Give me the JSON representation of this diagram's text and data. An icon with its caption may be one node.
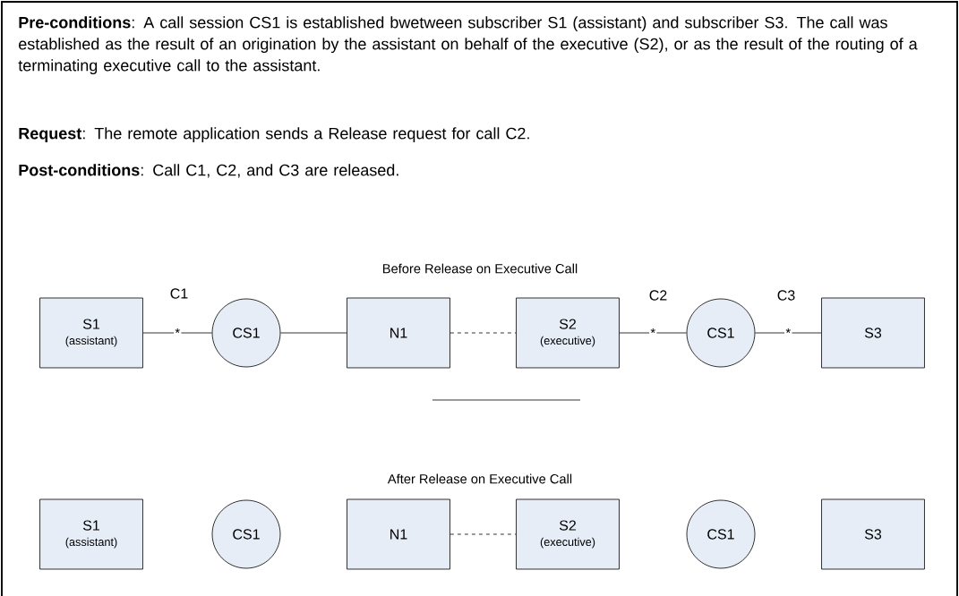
{
  "diagram": {
    "nodes": [
      {
        "text": [
          "S1",
          "(assistant)"
        ]
      },
      {
        "text": [
          "CS1"
        ]
      },
      {
        "text": [
          "N1"
        ]
      },
      {
        "text": [
          "S2",
          "(executive)"
        ]
      },
      {
        "text": [
          "CS1"
        ]
      },
      {
        "text": [
          "S3"
        ]
      },
      {
        "text": [
          "S1",
          "(assistant)"
        ]
      },
      {
        "text": [
          "CS1"
        ]
      },
      {
        "text": [
          "N1"
        ]
      },
      {
        "text": [
          "S2",
          "(executive)"
        ]
      },
      {
        "text": [
          "CS1"
        ]
      },
      {
        "text": [
          "S3"
        ]
      }
    ],
    "edges": [
      {
        "from": 0,
        "to": 1,
        "arrow": "none",
        "label": "*"
      },
      {
        "from": 1,
        "to": 2,
        "arrow": "none"
      },
      {
        "from": 2,
        "to": 3,
        "arrow": "none",
        "style": "dashed"
      },
      {
        "from": 3,
        "to": 4,
        "arrow": "none",
        "label": "*"
      },
      {
        "from": 4,
        "to": 5,
        "arrow": "none",
        "label": "*"
      },
      {
        "from": 8,
        "to": 9,
        "arrow": "none",
        "style": "dashed"
      }
    ],
    "labels": [
      "**Pre-conditions**:  A call session CS1 is established bwetween subscriber S1 (assistant) and subscriber S3.  The call was established as the result of an origination by the assistant on behalf of the executive (S2), or as the result of the routing of a terminating executive call to the assistant.",
      "**Request**:  The remote application sends a Release request for call C2.",
      "**Post-conditions**:  Call C1, C2, and C3 are released.",
      "Before Release on Executive Call",
      "C1",
      "C2",
      "C3",
      "After Release on Executive Call"
    ]
  }
}
